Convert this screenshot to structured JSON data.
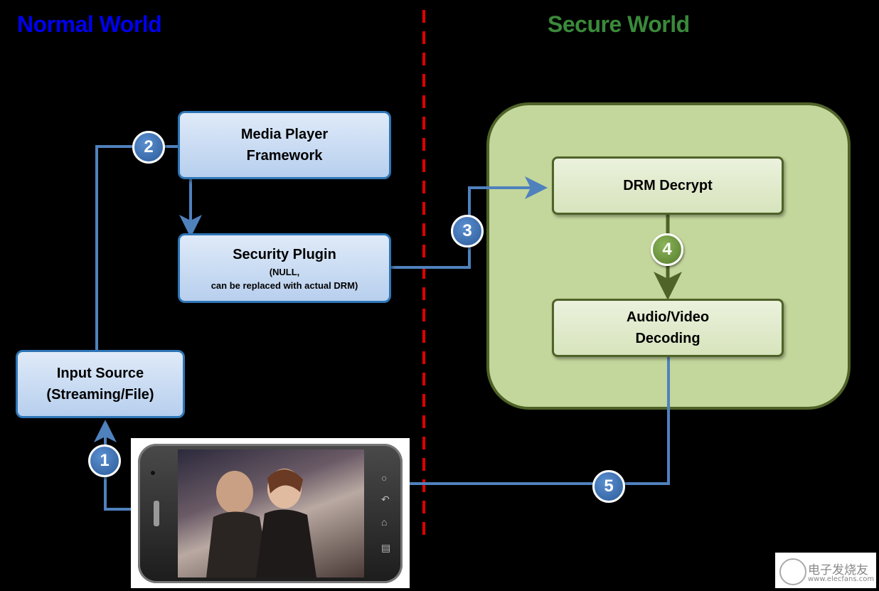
{
  "titles": {
    "normal_world": "Normal World",
    "secure_world": "Secure World"
  },
  "boxes": {
    "media_player": {
      "line1": "Media Player",
      "line2": "Framework"
    },
    "security_plugin": {
      "title": "Security Plugin",
      "sub1": "(NULL,",
      "sub2": "can be replaced with actual DRM)"
    },
    "input_source": {
      "line1": "Input Source",
      "line2": "(Streaming/File)"
    },
    "drm_decrypt": {
      "label": "DRM Decrypt"
    },
    "av_decoding": {
      "line1": "Audio/Video",
      "line2": "Decoding"
    }
  },
  "steps": [
    "1",
    "2",
    "3",
    "4",
    "5"
  ],
  "watermark": {
    "text": "电子发烧友",
    "url": "www.elecfans.com"
  },
  "colors": {
    "normal_title": "#0000ee",
    "secure_title": "#3a8a3a",
    "flow_blue": "#4f81bd",
    "flow_green": "#4f6228",
    "divider": "#e00000",
    "secure_panel": "#c3d69b"
  }
}
